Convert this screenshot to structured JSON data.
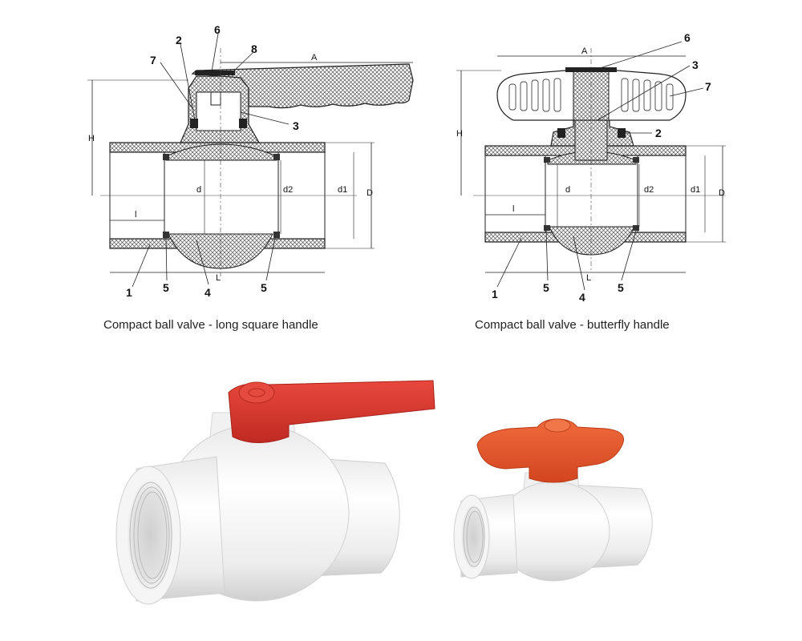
{
  "captions": {
    "left": "Compact ball valve - long square handle",
    "right": "Compact ball valve - butterfly handle"
  },
  "part_numbers": {
    "left": [
      "2",
      "6",
      "8",
      "7",
      "3",
      "1",
      "5",
      "4",
      "5"
    ],
    "right": [
      "6",
      "3",
      "7",
      "2",
      "1",
      "5",
      "4",
      "5"
    ]
  },
  "dimension_labels": {
    "left": [
      "A",
      "H",
      "d",
      "d2",
      "d1",
      "D",
      "l",
      "L"
    ],
    "right": [
      "A",
      "H",
      "d",
      "d2",
      "d1",
      "D",
      "l",
      "L"
    ]
  },
  "colors": {
    "handle_long": "#d9352c",
    "handle_butterfly": "#e2552e",
    "body": "#f4f4f4",
    "line": "#222222"
  }
}
